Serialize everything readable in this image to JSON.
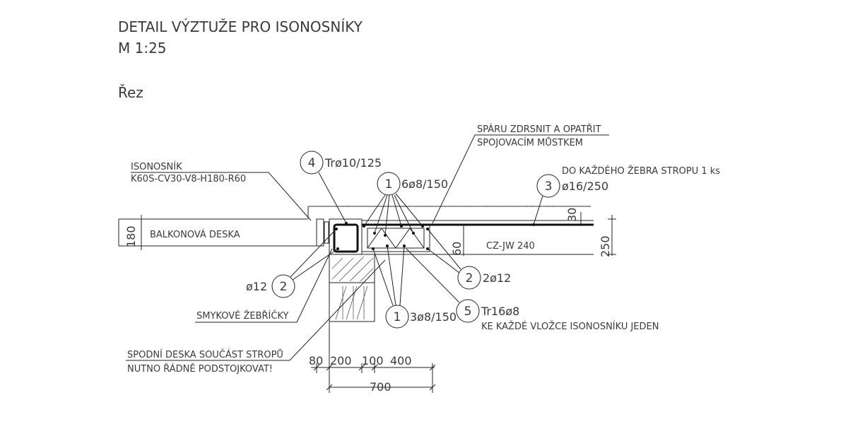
{
  "title": {
    "line1": "DETAIL VÝZTUŽE PRO ISONOSNÍKY",
    "line2": "M 1:25",
    "section": "Řez"
  },
  "notes": {
    "isonosnik_1": "ISONOSNÍK",
    "isonosnik_2": "K60S-CV30-V8-H180-R60",
    "sparu_1": "SPÁRU ZDRSNIT A OPATŘIT",
    "sparu_2": "SPOJOVACÍM MŮSTKEM",
    "do_kazdeho": "DO KAŽDÉHO ŽEBRA STROPU 1 ks",
    "balkonova": "BALKONOVÁ DESKA",
    "czjw": "CZ-JW 240",
    "smykove": "SMYKOVÉ ŽEBŘÍČKY",
    "spodni_1": "SPODNÍ DESKA SOUČÁST STROPŮ",
    "spodni_2": "NUTNO ŘÁDNĚ PODSTOJKOVAT!",
    "ke_kazde": "KE KAŽDÉ VLOŽCE ISONOSNÍKU JEDEN"
  },
  "bubbles": {
    "b4": {
      "num": "4",
      "text": "Trø10/125"
    },
    "b1_top": {
      "num": "1",
      "text": "6ø8/150"
    },
    "b3": {
      "num": "3",
      "text": "ø16/250"
    },
    "b2_left": {
      "num": "2",
      "text": "ø12"
    },
    "b2_right": {
      "num": "2",
      "text": "2ø12"
    },
    "b1_bottom": {
      "num": "1",
      "text": "3ø8/150"
    },
    "b5": {
      "num": "5",
      "text": "Tr16ø8"
    }
  },
  "dims": {
    "d180": "180",
    "d250": "250",
    "d30": "30",
    "d60": "60",
    "d80": "80",
    "d200": "200",
    "d100": "100",
    "d400": "400",
    "d700": "700"
  }
}
